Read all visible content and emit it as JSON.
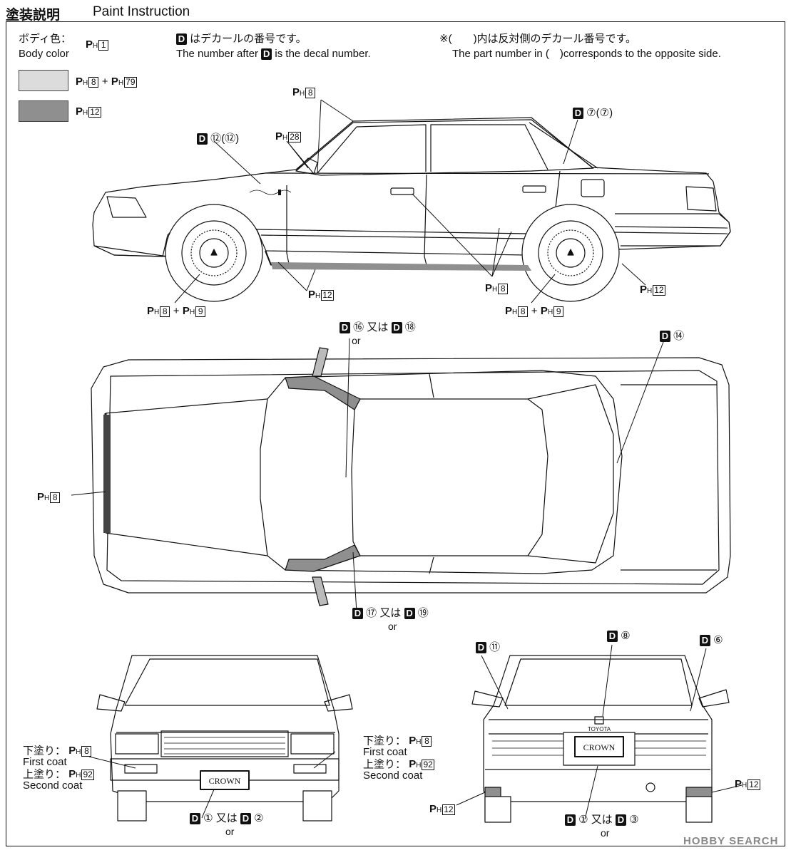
{
  "header": {
    "title_jp": "塗装説明",
    "title_en": "Paint Instruction"
  },
  "legend": {
    "body_color_jp": "ボディ色：",
    "body_color_en": "Body color",
    "body_color_code": "1",
    "decal_note_jp": "はデカールの番号です。",
    "decal_note_en_a": "The number after",
    "decal_note_en_b": "is the decal number.",
    "opp_note_jp": "※(　　)内は反対側のデカール番号です。",
    "opp_note_en": "The part number in (　)corresponds to the opposite side.",
    "swatches": [
      {
        "color": "#dcdcdc",
        "code_a": "8",
        "code_b": "79"
      },
      {
        "color": "#8f8f8f",
        "code": "12"
      }
    ]
  },
  "decal_letter": "D",
  "ph_prefix": "P",
  "ph_sub": "H",
  "side_view": {
    "roof_paint": "8",
    "pillar_paint": "28",
    "emblem_decal": "⑫",
    "emblem_decal_opp": "(⑫)",
    "cpillar_decal": "⑦",
    "cpillar_decal_opp": "(⑦)",
    "rocker_paint": "12",
    "side_strip_paint": "8",
    "rear_flap_paint": "12",
    "front_wheel_a": "8",
    "front_wheel_b": "9",
    "rear_wheel_a": "8",
    "rear_wheel_b": "9"
  },
  "top_view": {
    "hood_paint": "8",
    "roof_decal_a": "⑯",
    "roof_decal_b": "⑱",
    "trunk_decal": "⑭",
    "roof_rear_decal_a": "⑰",
    "roof_rear_decal_b": "⑲",
    "or_jp": "又は",
    "or_en": "or"
  },
  "front_view": {
    "first_coat_jp": "下塗り：",
    "first_coat_en": "First coat",
    "first_coat_paint": "8",
    "second_coat_jp": "上塗り：",
    "second_coat_en": "Second coat",
    "second_coat_paint": "92",
    "plate_decal_a": "①",
    "plate_decal_b": "②",
    "plate_text": "CROWN"
  },
  "rear_view": {
    "left_decal": "⑪",
    "center_decal": "⑧",
    "right_decal": "⑥",
    "flap_left_paint": "12",
    "flap_right_paint": "12",
    "plate_decal_a": "①",
    "plate_decal_b": "③",
    "plate_text": "CROWN",
    "maker_text": "TOYOTA"
  },
  "watermark": "HOBBY SEARCH",
  "plus": "+"
}
